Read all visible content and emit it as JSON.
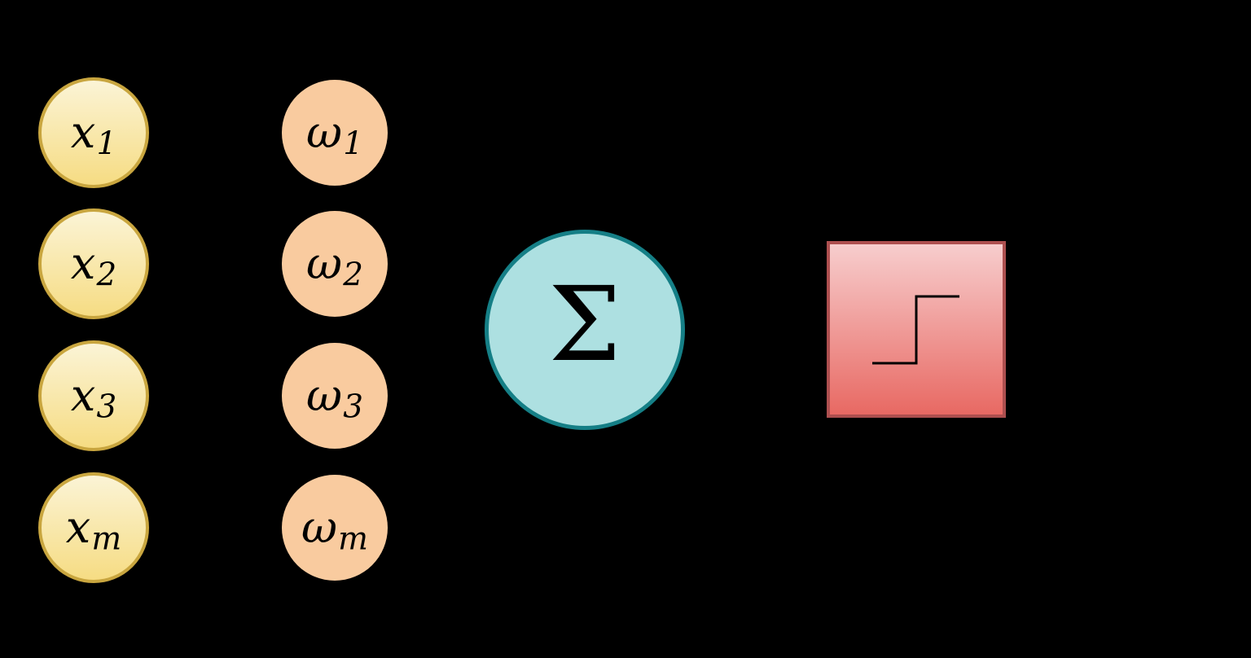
{
  "diagram": {
    "type": "perceptron-diagram",
    "nodes": {
      "inputs": [
        {
          "base": "x",
          "sub": "1"
        },
        {
          "base": "x",
          "sub": "2"
        },
        {
          "base": "x",
          "sub": "3"
        },
        {
          "base": "x",
          "sub": "m"
        }
      ],
      "weights": [
        {
          "base": "ω",
          "sub": "1"
        },
        {
          "base": "ω",
          "sub": "2"
        },
        {
          "base": "ω",
          "sub": "3"
        },
        {
          "base": "ω",
          "sub": "m"
        }
      ],
      "sum": {
        "symbol": "Σ"
      },
      "activation": {
        "icon": "step-function-icon"
      }
    }
  },
  "colors": {
    "background": "#000000",
    "input-fill-top": "#FBF4D6",
    "input-fill-bottom": "#F6DC83",
    "input-border": "#C9A63F",
    "weight-fill": "#F9CB9F",
    "sum-fill": "#ADE0E1",
    "sum-border": "#157F86",
    "activation-fill-top": "#F7CDCD",
    "activation-fill-bottom": "#E86963",
    "activation-border": "#AD4F4F",
    "symbol-color": "#000000"
  }
}
